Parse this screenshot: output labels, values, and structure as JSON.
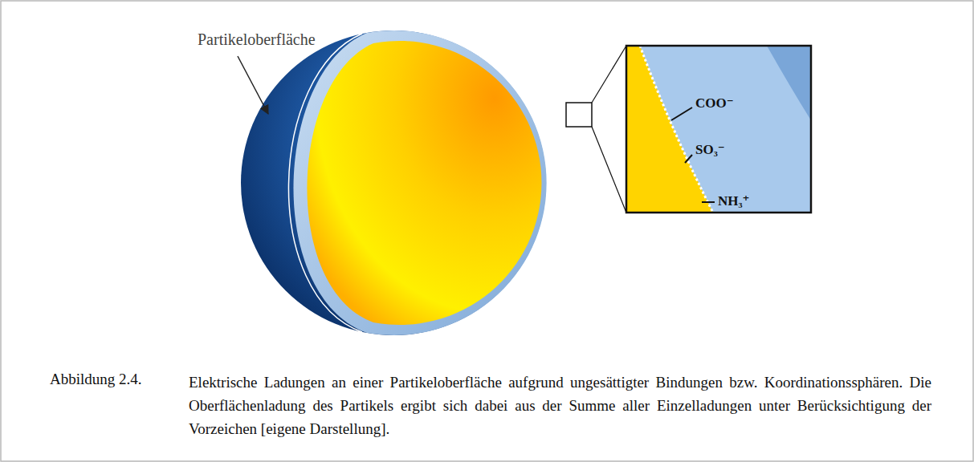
{
  "diagram": {
    "caption": "Elektrische Ladungen an einer Partikeloberfläche aufgrund ungesättigter Bindungen bzw. Koordinationssphären. Die Oberflächenladung des Partikels ergibt sich dabei aus der Summe aller Einzelladungen unter Berücksichtigung der Vorzeichen [eigene Darstellung].",
    "labels": [
      "Partikeloberfläche",
      "COO⁻",
      "SO₃⁻",
      "NH₃⁺",
      "Abbildung 2.4."
    ]
  }
}
